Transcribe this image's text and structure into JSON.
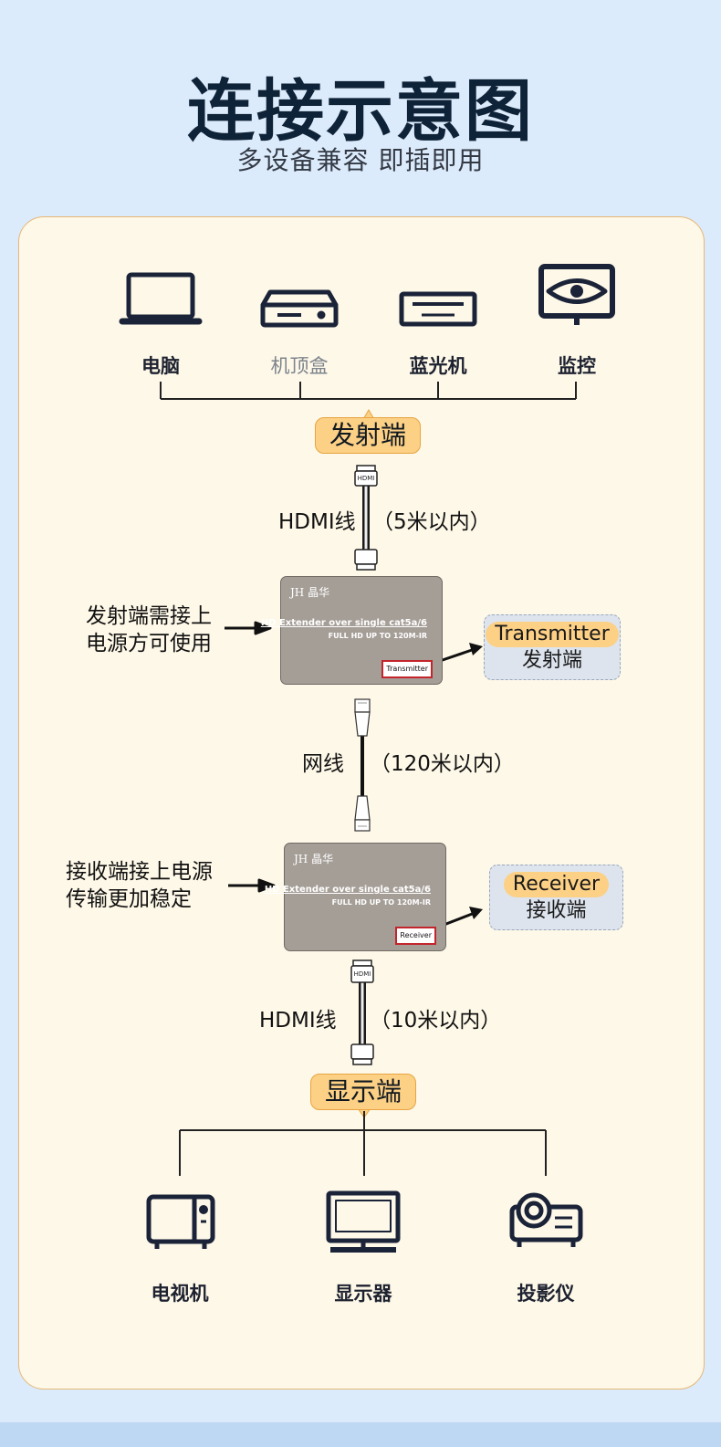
{
  "header": {
    "title": "连接示意图",
    "subtitle": "多设备兼容 即插即用"
  },
  "sources": [
    {
      "label": "电脑",
      "icon": "laptop-icon"
    },
    {
      "label": "机顶盒",
      "icon": "set-top-box-icon"
    },
    {
      "label": "蓝光机",
      "icon": "bluray-player-icon"
    },
    {
      "label": "监控",
      "icon": "surveillance-monitor-icon"
    }
  ],
  "transmit_hub": "发射端",
  "cable_top": {
    "label": "HDMI线",
    "note": "（5米以内）",
    "plug_text": "HDMI"
  },
  "transmitter": {
    "brand": "JH 晶华",
    "line1": "HD Extender over single cat5a/6",
    "line2": "FULL HD UP TO 120M-IR",
    "tag": "Transmitter",
    "note_line1": "发射端需接上",
    "note_line2": "电源方可使用",
    "callout_en": "Transmitter",
    "callout_zh": "发射端"
  },
  "cable_mid": {
    "label": "网线",
    "note": "（120米以内）"
  },
  "receiver": {
    "brand": "JH 晶华",
    "line1": "HD Extender over single cat5a/6",
    "line2": "FULL HD UP TO 120M-IR",
    "tag": "Receiver",
    "note_line1": "接收端接上电源",
    "note_line2": "传输更加稳定",
    "callout_en": "Receiver",
    "callout_zh": "接收端"
  },
  "cable_bottom": {
    "label": "HDMI线",
    "note": "（10米以内）",
    "plug_text": "HDMI"
  },
  "display_hub": "显示端",
  "displays": [
    {
      "label": "电视机",
      "icon": "tv-icon"
    },
    {
      "label": "显示器",
      "icon": "monitor-icon"
    },
    {
      "label": "投影仪",
      "icon": "projector-icon"
    }
  ],
  "colors": {
    "background": "#dcebfb",
    "panel": "#fef8e8",
    "accent": "#fcd085",
    "icon": "#1b2338",
    "device": "#a59e97",
    "tag_border": "#c4252c"
  }
}
